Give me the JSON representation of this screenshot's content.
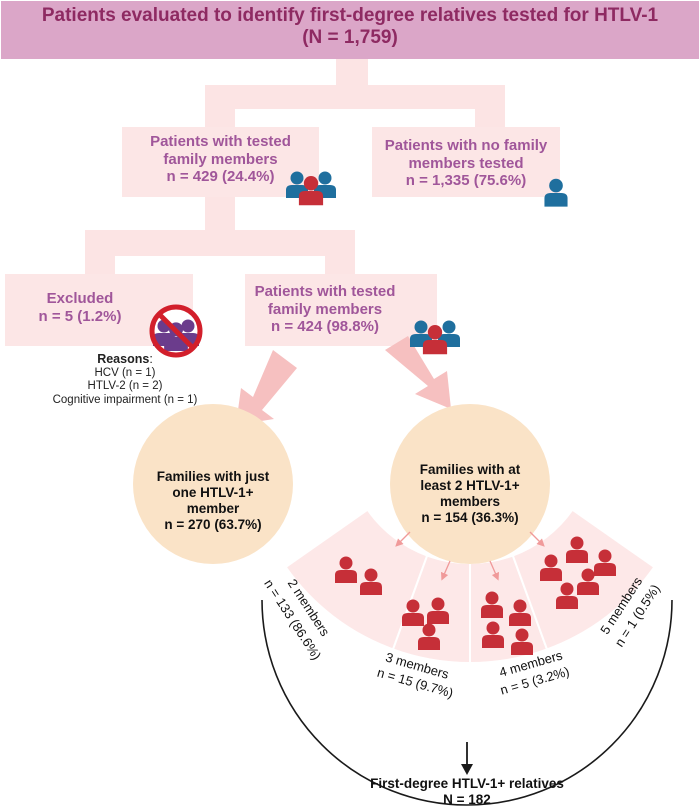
{
  "colors": {
    "title_bg": "#dba6c8",
    "title_text": "#8e2a62",
    "box_bg": "#fce6e6",
    "box_text": "#a0569a",
    "connector": "#fce4e4",
    "arrow": "#f4b6b6",
    "circle": "#fae3c7",
    "fan": "#fde8e8",
    "person_red": "#c62f38",
    "person_blue": "#1f6f9e",
    "person_purple": "#6b3c8c",
    "no_sign": "#d21f2b",
    "dark_text": "#111111"
  },
  "title": {
    "line1": "Patients evaluated to identify first-degree relatives tested for HTLV-1",
    "line2": "(N = 1,759)"
  },
  "level1": {
    "tested": {
      "line1": "Patients with tested",
      "line2": "family members",
      "line3": "n = 429 (24.4%)",
      "icon": "family-icon"
    },
    "not_tested": {
      "line1": "Patients with no family",
      "line2": "members tested",
      "line3": "n = 1,335 (75.6%)",
      "icon": "person-icon"
    }
  },
  "level2": {
    "excluded": {
      "line1": "Excluded",
      "line2": "n = 5 (1.2%)",
      "icon": "no-group-icon",
      "reasons_title": "Reasons",
      "reasons_colon": ":",
      "reasons": [
        "HCV (n = 1)",
        "HTLV-2 (n = 2)",
        "Cognitive impairment (n = 1)"
      ]
    },
    "tested": {
      "line1": "Patients with tested",
      "line2": "family members",
      "line3": "n = 424 (98.8%)",
      "icon": "family-icon"
    }
  },
  "families": {
    "one": {
      "line1": "Families with just",
      "line2": "one HTLV-1+",
      "line3": "member",
      "line4": "n = 270 (63.7%)"
    },
    "multi": {
      "line1": "Families with at",
      "line2": "least 2 HTLV-1+",
      "line3": "members",
      "line4": "n = 154 (36.3%)"
    }
  },
  "segments": [
    {
      "members": "2 members",
      "count": "n = 133 (86.6%)",
      "persons": 2
    },
    {
      "members": "3 members",
      "count": "n = 15 (9.7%)",
      "persons": 3
    },
    {
      "members": "4 members",
      "count": "n = 5 (3.2%)",
      "persons": 4
    },
    {
      "members": "5 members",
      "count": "n = 1 (0.5%)",
      "persons": 5
    }
  ],
  "result": {
    "line1": "First-degree HTLV-1+ relatives",
    "line2": "N = 182"
  }
}
